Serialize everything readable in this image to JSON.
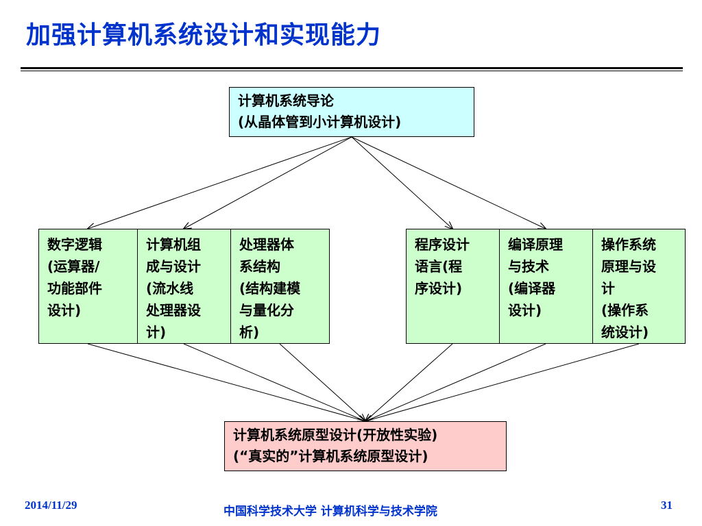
{
  "title": "加强计算机系统设计和实现能力",
  "top_box": "计算机系统导论\n(从晶体管到小计算机设计)",
  "hardware_courses": [
    "数字逻辑\n(运算器/\n功能部件\n设计)",
    "计算机组\n成与设计\n(流水线\n处理器设\n计)",
    "处理器体\n系结构\n(结构建模\n与量化分\n析)"
  ],
  "software_courses": [
    "程序设计\n语言(程\n序设计)",
    "编译原理\n与技术\n(编译器\n设计)",
    "操作系统\n原理与设\n计\n(操作系\n统设计)"
  ],
  "bottom_box": "计算机系统原型设计(开放性实验)\n(“真实的”计算机系统原型设计)",
  "footer": {
    "date": "2014/11/29",
    "org": "中国科学技术大学  计算机科学与技术学院",
    "page": "31"
  },
  "colors": {
    "title": "#0033cc",
    "top_box": "#ccffff",
    "course_box": "#ccffcc",
    "bottom_box": "#ffcccc"
  }
}
